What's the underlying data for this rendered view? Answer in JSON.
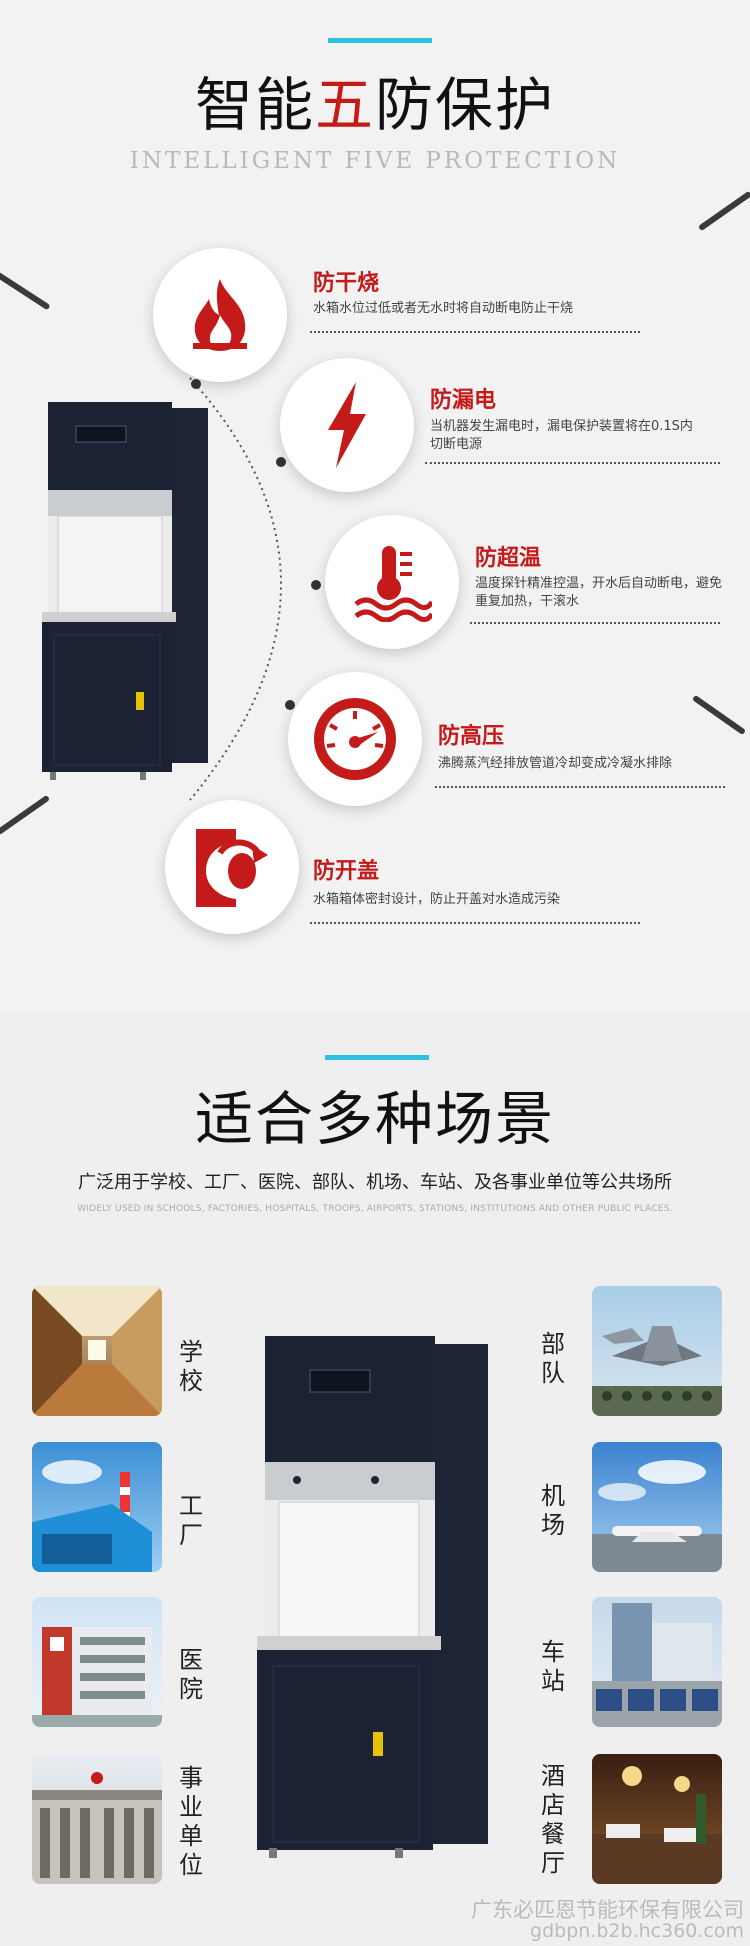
{
  "section1": {
    "title_pre": "智能",
    "title_highlight": "五",
    "title_post": "防保护",
    "subtitle": "INTELLIGENT FIVE PROTECTION",
    "features": [
      {
        "title": "防干烧",
        "desc": "水箱水位过低或者无水时将自动断电防止干烧",
        "icon": "flame-icon"
      },
      {
        "title": "防漏电",
        "desc": "当机器发生漏电时，漏电保护装置将在0.1S内切断电源",
        "icon": "lightning-bolt-icon"
      },
      {
        "title": "防超温",
        "desc": "温度探针精准控温，开水后自动断电，避免重复加热，干滚水",
        "icon": "thermometer-icon"
      },
      {
        "title": "防高压",
        "desc": "沸腾蒸汽经排放管道冷却变成冷凝水排除",
        "icon": "pressure-gauge-icon"
      },
      {
        "title": "防开盖",
        "desc": "水箱箱体密封设计，防止开盖对水造成污染",
        "icon": "lid-lock-icon"
      }
    ]
  },
  "section2": {
    "title": "适合多种场景",
    "caption_cn": "广泛用于学校、工厂、医院、部队、机场、车站、及各事业单位等公共场所",
    "caption_en": "WIDELY USED IN SCHOOLS, FACTORIES, HOSPITALS, TROOPS, AIRPORTS, STATIONS, INSTITUTIONS AND OTHER PUBLIC PLACES.",
    "scenes_left": [
      "学校",
      "工厂",
      "医院",
      "事业单位"
    ],
    "scenes_right": [
      "部队",
      "机场",
      "车站",
      "酒店餐厅"
    ]
  },
  "watermark": {
    "company": "广东必匹恩节能环保有限公司",
    "url": "gdbpn.b2b.hc360.com"
  },
  "colors": {
    "accent": "#2fc2e0",
    "brand_red": "#c41a1a"
  }
}
